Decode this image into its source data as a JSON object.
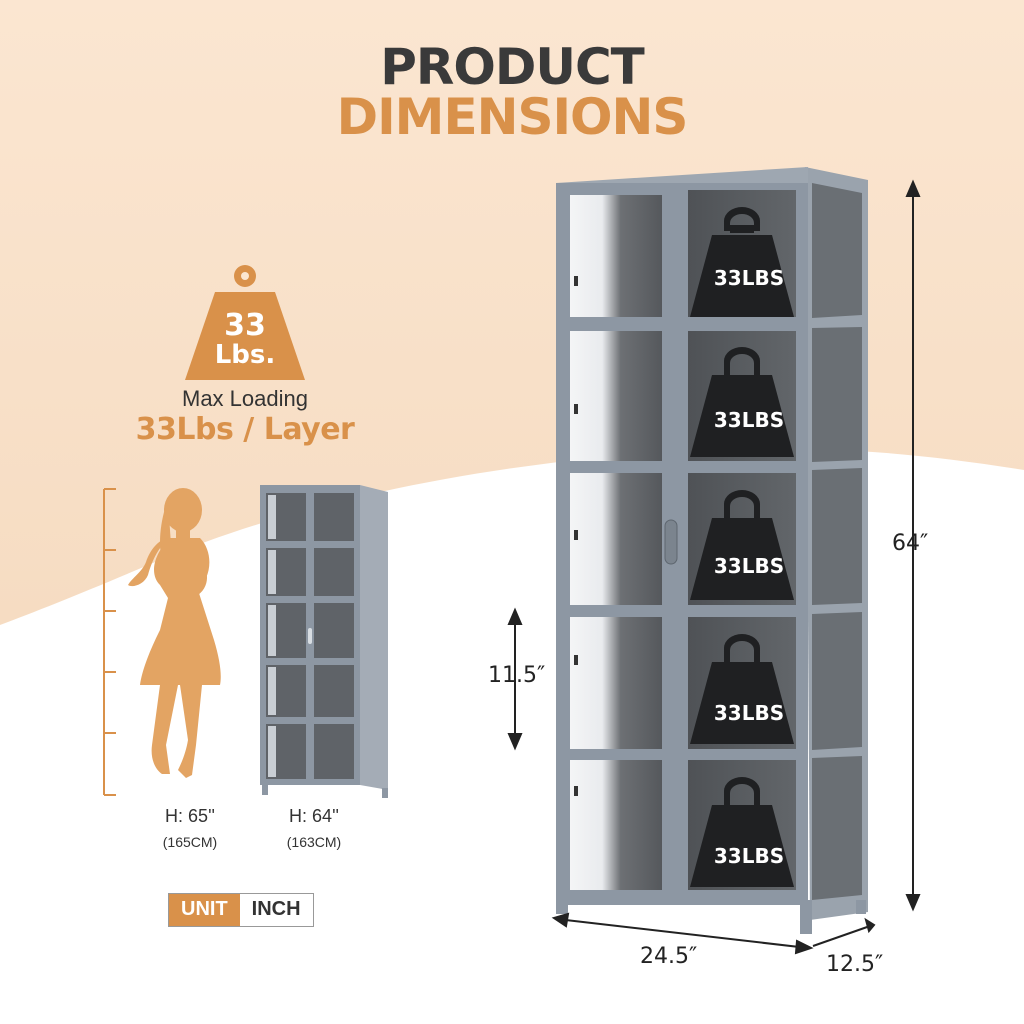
{
  "title": {
    "line1": "PRODUCT",
    "line2": "DIMENSIONS"
  },
  "weight_badge": {
    "number": "33",
    "unit": "Lbs."
  },
  "max_loading": {
    "label": "Max Loading",
    "value": "33Lbs / Layer"
  },
  "person": {
    "height": "H: 65''",
    "height_cm": "(165CM)"
  },
  "cabinet_small": {
    "height": "H: 64''",
    "height_cm": "(163CM)"
  },
  "unit_toggle": {
    "label": "UNIT",
    "value": "INCH"
  },
  "dimensions": {
    "height": "64″",
    "width": "24.5″",
    "depth": "12.5″",
    "shelf_gap": "11.5″"
  },
  "shelf_weight_labels": [
    "33LBS",
    "33LBS",
    "33LBS",
    "33LBS",
    "33LBS"
  ],
  "colors": {
    "accent": "#d9914a",
    "peach": "#f8e2cb",
    "frame": "#8d97a3",
    "glass": "#6e7276"
  }
}
